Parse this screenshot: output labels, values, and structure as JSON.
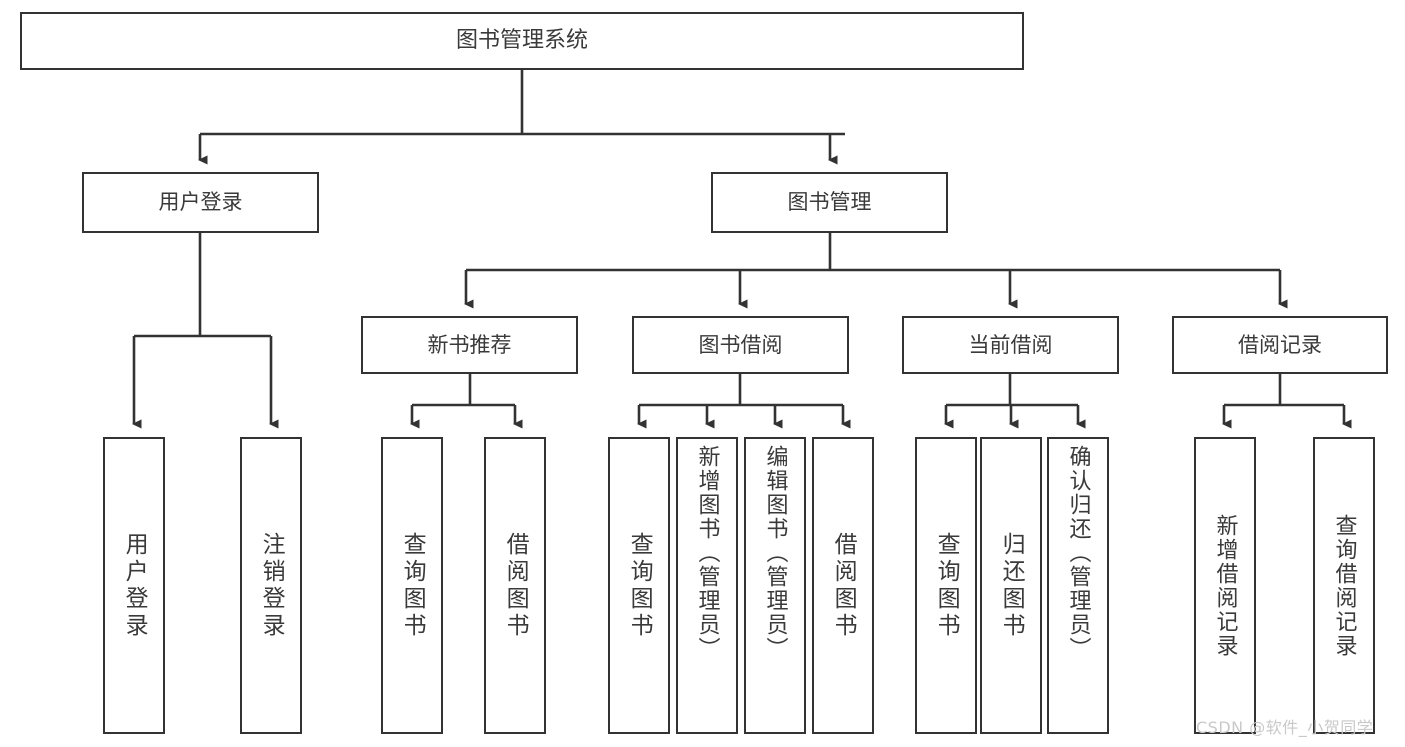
{
  "diagram": {
    "title": "图书管理系统",
    "watermark": "CSDN @软件_小贺同学",
    "colors": {
      "box_border": "#333333",
      "box_fill": "#ffffff",
      "text": "#3a3a3a",
      "edge": "#333333",
      "watermark": "#c9c9c9",
      "background": "#ffffff"
    },
    "nodes": {
      "root": "图书管理系统",
      "level2": {
        "user_login": "用户登录",
        "book_manage": "图书管理"
      },
      "level3": {
        "new_book_recommend": "新书推荐",
        "book_borrow": "图书借阅",
        "current_borrow": "当前借阅",
        "borrow_record": "借阅记录"
      },
      "leaves": {
        "user_login_children": [
          "用户登录",
          "注销登录"
        ],
        "new_book_recommend_children": [
          "查询图书",
          "借阅图书"
        ],
        "book_borrow_children": [
          "查询图书",
          "新增图书（管理员）",
          "编辑图书（管理员）",
          "借阅图书"
        ],
        "current_borrow_children": [
          "查询图书",
          "归还图书",
          "确认归还（管理员）"
        ],
        "borrow_record_children": [
          "新增借阅记录",
          "查询借阅记录"
        ]
      }
    }
  }
}
